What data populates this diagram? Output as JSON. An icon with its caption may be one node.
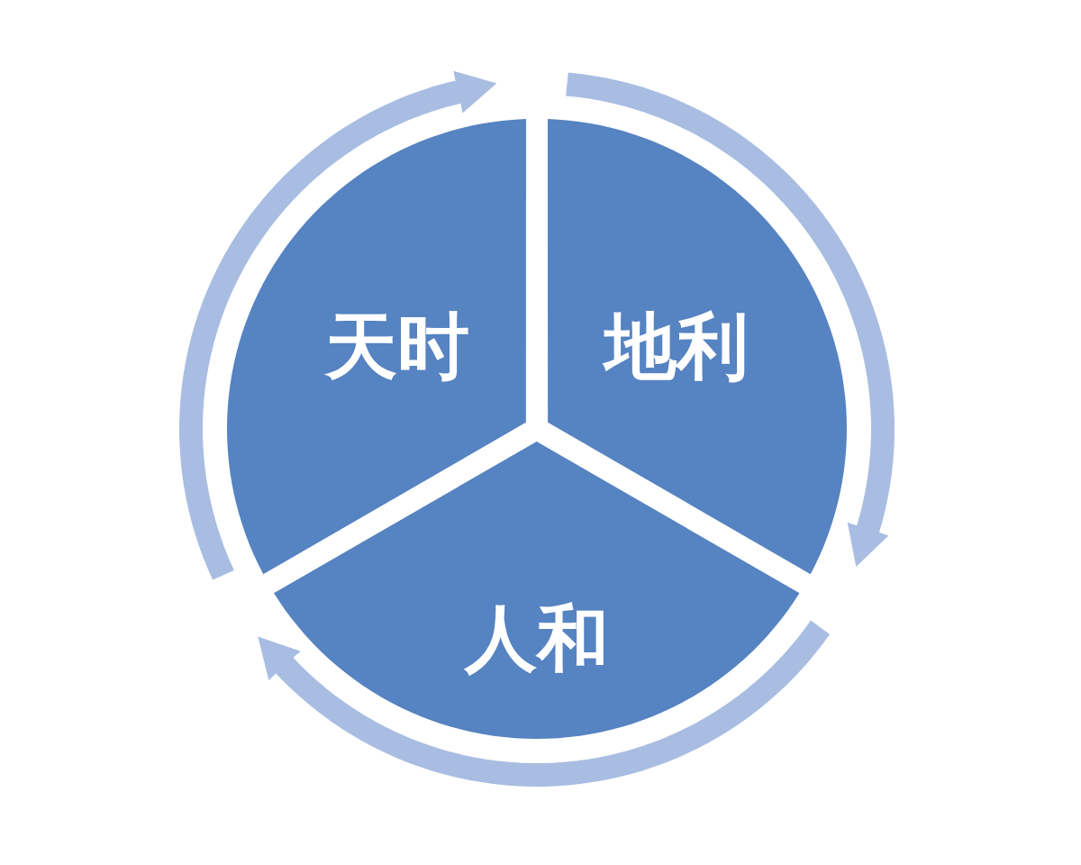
{
  "diagram": {
    "nodes": [
      {
        "text": [
          "天时"
        ]
      },
      {
        "text": [
          "地利"
        ]
      },
      {
        "text": [
          "人和"
        ]
      }
    ]
  }
}
